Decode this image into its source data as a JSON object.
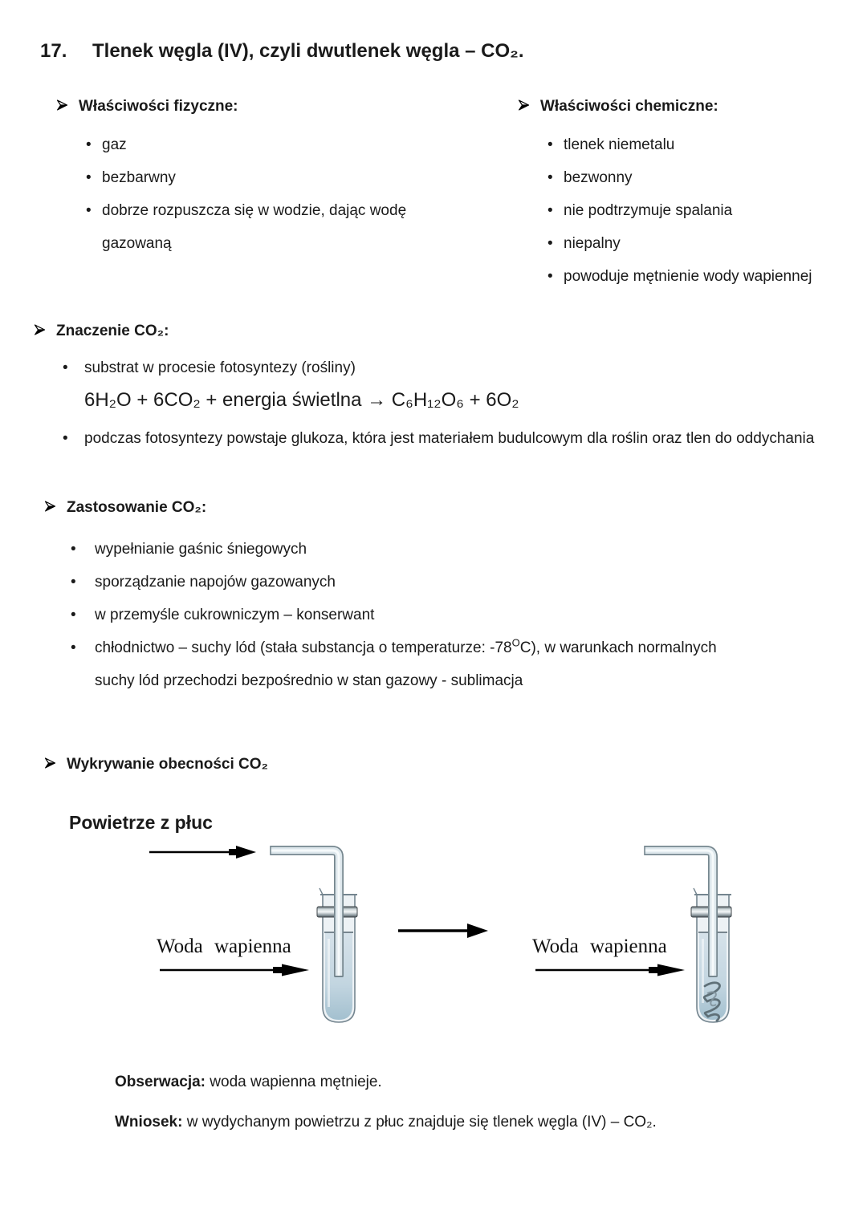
{
  "title": {
    "number": "17.",
    "text": "Tlenek węgla (IV), czyli dwutlenek węgla – CO₂."
  },
  "physical": {
    "header": "Właściwości fizyczne:",
    "items": [
      "gaz",
      "bezbarwny",
      "dobrze rozpuszcza się w wodzie, dając wodę gazowaną"
    ]
  },
  "chemical": {
    "header": "Właściwości chemiczne:",
    "items": [
      "tlenek niemetalu",
      "bezwonny",
      "nie podtrzymuje spalania",
      "niepalny",
      "powoduje mętnienie wody wapiennej"
    ]
  },
  "significance": {
    "header": "Znaczenie CO₂:",
    "bullet1": "substrat  w procesie fotosyntezy (rośliny)",
    "equation": "6H₂O + 6CO₂ + energia świetlna → C₆H₁₂O₆ + 6O₂",
    "bullet2": "podczas fotosyntezy powstaje glukoza, która jest materiałem budulcowym dla roślin oraz tlen do oddychania"
  },
  "applications": {
    "header": "Zastosowanie CO₂:",
    "items": [
      "wypełnianie gaśnic śniegowych",
      "sporządzanie napojów gazowanych",
      "w przemyśle cukrowniczym – konserwant"
    ],
    "cooling": {
      "pre": "chłodnictwo – suchy lód  (stała substancja o temperaturze: -78",
      "sup": "O",
      "post": "C), w warunkach normalnych",
      "line2": "suchy lód przechodzi bezpośrednio w stan gazowy - sublimacja"
    }
  },
  "detection": {
    "header": "Wykrywanie obecności CO₂",
    "air_label": "Powietrze z płuc",
    "limewater_left": "Woda wapienna",
    "limewater_right": "Woda wapienna",
    "observation": {
      "label": "Obserwacja:",
      "text": " woda wapienna mętnieje."
    },
    "conclusion": {
      "label": "Wniosek:",
      "text": " w wydychanym powietrzu z płuc znajduje się tlenek węgla (IV) – CO₂."
    }
  },
  "colors": {
    "text": "#1a1a1a",
    "arrow_black": "#000000",
    "glass_outline": "#74858f",
    "glass_fill": "#edf2f5",
    "tube_glass": "#dde7ec",
    "liquid_top": "#d6e2ea",
    "liquid_bottom": "#a3c0cf",
    "ring_gray": "#939fa5",
    "precipitate": "#5f7078"
  }
}
